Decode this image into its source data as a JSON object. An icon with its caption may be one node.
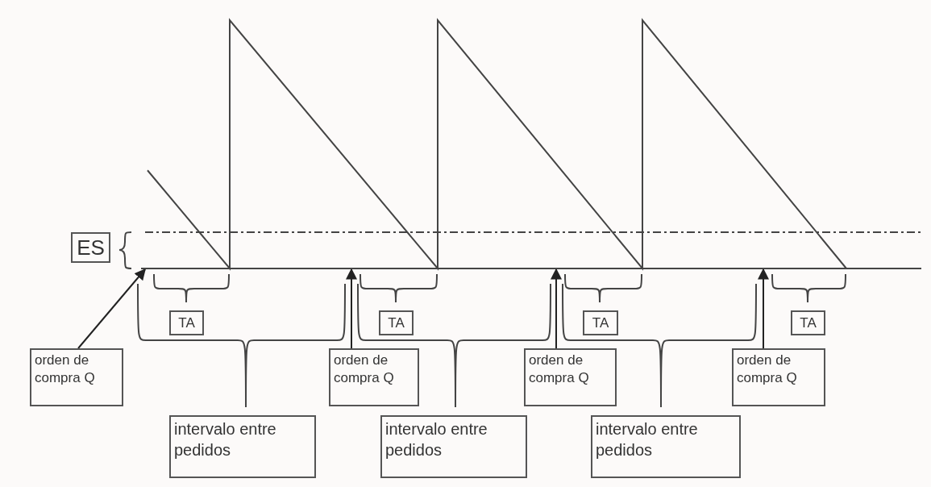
{
  "diagram": {
    "nodes": [
      {
        "text": [
          "ES"
        ]
      },
      {
        "text": [],
        "shape": "line"
      },
      {
        "text": [
          "TA"
        ]
      },
      {
        "text": [
          "TA"
        ]
      },
      {
        "text": [
          "TA"
        ]
      },
      {
        "text": [
          "TA"
        ]
      },
      {
        "text": [
          "orden de compra Q"
        ]
      },
      {
        "text": [
          "orden de compra Q"
        ]
      },
      {
        "text": [
          "orden de compra Q"
        ]
      },
      {
        "text": [
          "orden de compra Q"
        ]
      },
      {
        "text": [
          "intervalo entre pedidos"
        ]
      },
      {
        "text": [
          "intervalo entre pedidos"
        ]
      },
      {
        "text": [
          "intervalo entre pedidos"
        ]
      }
    ],
    "edges": [
      {
        "from": 6,
        "to": 1,
        "arrow": "to"
      },
      {
        "from": 7,
        "to": 1,
        "arrow": "to"
      },
      {
        "from": 8,
        "to": 1,
        "arrow": "to"
      },
      {
        "from": 9,
        "to": 1,
        "arrow": "to"
      }
    ]
  }
}
